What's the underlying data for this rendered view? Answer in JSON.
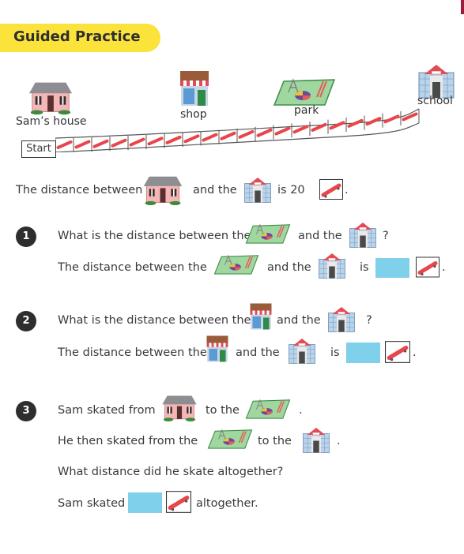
{
  "header": {
    "title": "Guided Practice"
  },
  "map": {
    "labels": {
      "house": "Sam’s house",
      "shop": "shop",
      "park": "park",
      "school": "school"
    },
    "start": "Start",
    "board_segments": 20
  },
  "intro": {
    "part1": "The distance between",
    "part2": "and the",
    "part3": "is 20"
  },
  "q1": {
    "number": "1",
    "question_a": "What is the distance between the",
    "question_b": "and the",
    "question_end": "?",
    "answer_a": "The distance between the",
    "answer_b": "and the",
    "answer_c": "is",
    "answer_end": "."
  },
  "q2": {
    "number": "2",
    "question_a": "What is the distance between the",
    "question_b": "and the",
    "question_end": "?",
    "answer_a": "The distance between the",
    "answer_b": "and the",
    "answer_c": "is",
    "answer_end": "."
  },
  "q3": {
    "number": "3",
    "line1_a": "Sam skated from",
    "line1_b": "to the",
    "line1_end": ".",
    "line2_a": "He then skated from the",
    "line2_b": "to the",
    "line2_end": ".",
    "line3": "What distance did he skate altogether?",
    "line4_a": "Sam skated",
    "line4_b": "altogether."
  },
  "colors": {
    "header": "#fbe33b",
    "answer_box": "#7fd0ea",
    "skateboard": "#e8464b",
    "edge_mark": "#9b1b3b"
  },
  "icons": [
    "house-icon",
    "shop-icon",
    "park-icon",
    "school-icon",
    "skateboard-icon"
  ]
}
